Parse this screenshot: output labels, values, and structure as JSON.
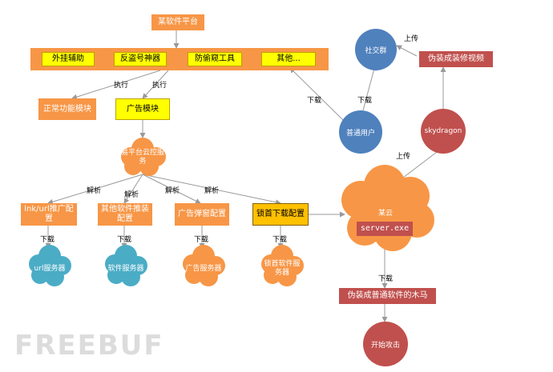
{
  "platform": {
    "title": "某软件平台"
  },
  "toolbar": {
    "items": [
      "外挂辅助",
      "反盗号神器",
      "防偷窥工具",
      "其他..."
    ]
  },
  "modules": {
    "normal": "正常功能模块",
    "ad": "广告模块"
  },
  "cloud_control": "易平台云控服务",
  "configs": [
    "lnk/url推广配置",
    "其他软件推装配置",
    "广告弹窗配置",
    "锁首下载配置"
  ],
  "servers": [
    "url服务器",
    "软件服务器",
    "广告服务器",
    "锁首软件服务器"
  ],
  "edge_labels": {
    "execute": "执行",
    "parse": "解析",
    "download": "下载",
    "upload": "上传"
  },
  "social": "社交群",
  "fake_video": "伪装成装修视频",
  "user": "普通用户",
  "attacker": "skydragon",
  "cloud": {
    "title": "某云",
    "file": "server.exe"
  },
  "trojan": "伪装成普通软件的木马",
  "attack": "开始攻击",
  "watermark": "FREEBUF",
  "colors": {
    "orange": "#f79646",
    "yellow": "#ffff00",
    "gold": "#ffc000",
    "red": "#c0504d",
    "blue": "#4f81bd",
    "teal": "#4bacc6"
  }
}
